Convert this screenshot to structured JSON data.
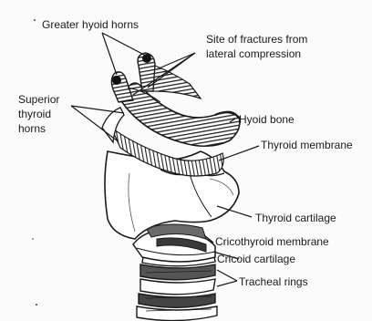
{
  "labels": {
    "greater_hyoid_horns": "Greater hyoid horns",
    "fracture_site_line1": "Site of fractures from",
    "fracture_site_line2": "lateral compression",
    "superior_thyroid_line1": "Superior",
    "superior_thyroid_line2": "thyroid",
    "superior_thyroid_line3": "horns",
    "hyoid_bone": "Hyoid bone",
    "thyroid_membrane": "Thyroid membrane",
    "thyroid_cartilage": "Thyroid cartilage",
    "cricothyroid_membrane": "Cricothyroid membrane",
    "cricoid_cartilage": "Cricoid cartilage",
    "tracheal_rings": "Tracheal rings"
  },
  "colors": {
    "ink": "#1a1a1a",
    "hatch": "#2a2a2a",
    "cartilage_fill": "#ffffff",
    "background": "#fbfbfb"
  }
}
